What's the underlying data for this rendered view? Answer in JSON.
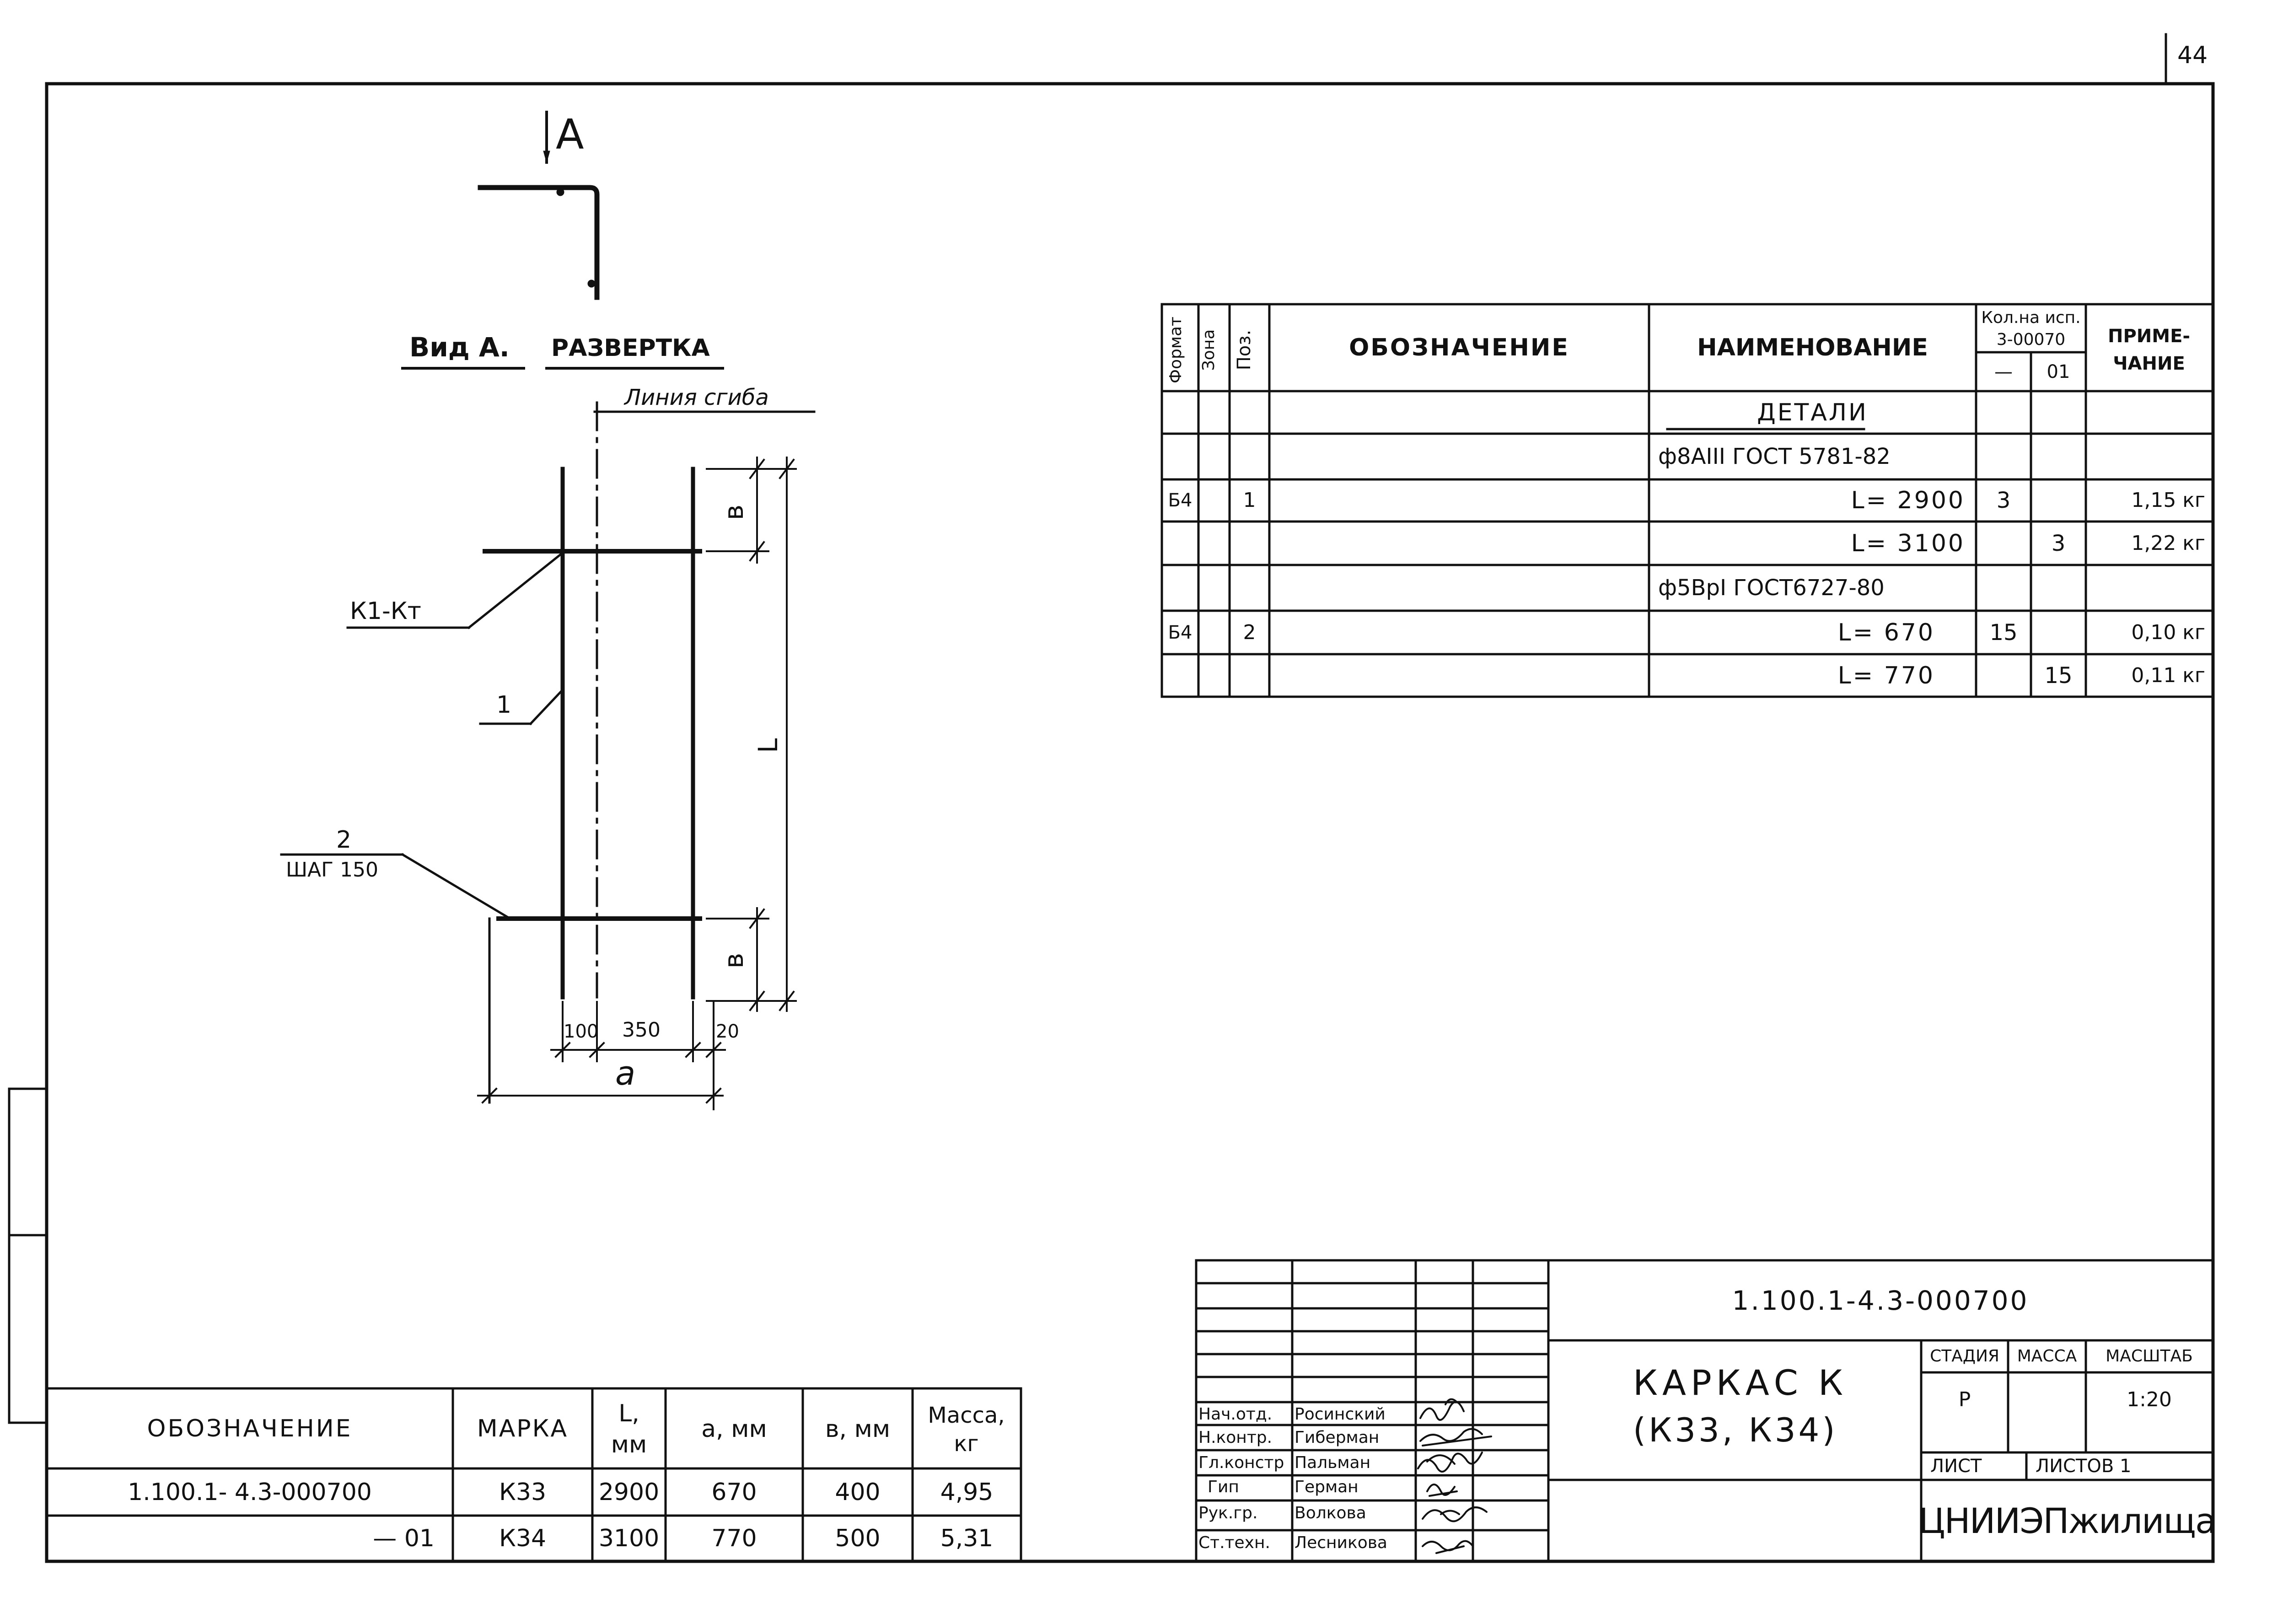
{
  "sheet_number": "44",
  "view": {
    "arrow_label": "A",
    "view_a_title": "Вид А.",
    "development_title": "Развертка",
    "bend_line_label": "Линия сгиба",
    "joint_label": "К1-Кт",
    "pos_1_label": "1",
    "pos_2_label": "2",
    "pitch_label": "ШАГ 150",
    "dim_b_top": "в",
    "dim_b_bottom": "в",
    "dim_L": "L",
    "dim_100": "100",
    "dim_350": "350",
    "dim_20": "20",
    "dim_a": "а"
  },
  "spec_table": {
    "headers": {
      "format": "Формат",
      "zone": "Зона",
      "pos": "Поз.",
      "designation": "Обозначение",
      "name": "Наименование",
      "qty_title": "Кол.на исп.",
      "qty_code": "3-00070",
      "qty_col1": "—",
      "qty_col2": "01",
      "note": "Приме- чание"
    },
    "section_title": "Детали",
    "rows": [
      {
        "format": "",
        "pos": "",
        "name": "ф8АIII ГОСТ 5781-82",
        "q1": "",
        "q2": "",
        "note": ""
      },
      {
        "format": "Б4",
        "pos": "1",
        "name": "L= 2900",
        "q1": "3",
        "q2": "",
        "note": "1,15 кг"
      },
      {
        "format": "",
        "pos": "",
        "name": "L= 3100",
        "q1": "",
        "q2": "3",
        "note": "1,22 кг"
      },
      {
        "format": "",
        "pos": "",
        "name": "ф5BpI ГОСТ6727-80",
        "q1": "",
        "q2": "",
        "note": ""
      },
      {
        "format": "Б4",
        "pos": "2",
        "name": "L= 670",
        "q1": "15",
        "q2": "",
        "note": "0,10 кг"
      },
      {
        "format": "",
        "pos": "",
        "name": "L= 770",
        "q1": "",
        "q2": "15",
        "note": "0,11 кг"
      }
    ]
  },
  "mark_table": {
    "headers": {
      "designation": "Обозначение",
      "mark": "Марка",
      "L": "L, мм",
      "a": "a, мм",
      "b": "в, мм",
      "mass": "Масса, кг"
    },
    "rows": [
      {
        "designation": "1.100.1- 4.3-000700",
        "mark": "К33",
        "L": "2900",
        "a": "670",
        "b": "400",
        "mass": "4,95"
      },
      {
        "designation": "— 01",
        "mark": "К34",
        "L": "3100",
        "a": "770",
        "b": "500",
        "mass": "5,31"
      }
    ]
  },
  "title_block": {
    "doc_number": "1.100.1-4.3-000700",
    "title_line1": "Каркас К",
    "title_line2": "(К33, К34)",
    "stage_label": "Стадия",
    "mass_label": "Масса",
    "scale_label": "Масштаб",
    "stage_value": "Р",
    "scale_value": "1:20",
    "sheet_label": "Лист",
    "sheets_label": "Листов 1",
    "organization": "ЦНИИЭПжилища",
    "signatures": [
      {
        "role": "Нач.отд.",
        "name": "Росинский"
      },
      {
        "role": "Н.контр.",
        "name": "Гиберман"
      },
      {
        "role": "Гл.констр",
        "name": "Пальман"
      },
      {
        "role": "Гип",
        "name": "Герман"
      },
      {
        "role": "Рук.гр.",
        "name": "Волкова"
      },
      {
        "role": "Ст.техн.",
        "name": "Лесникова"
      }
    ]
  }
}
